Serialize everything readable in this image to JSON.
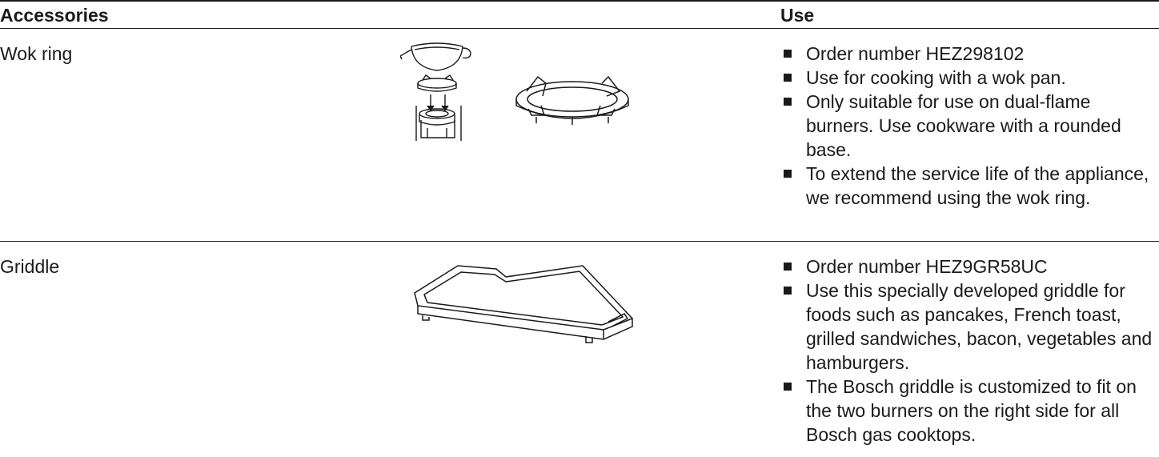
{
  "table": {
    "header": {
      "accessories": "Accessories",
      "use": "Use"
    },
    "rows": [
      {
        "name": "Wok ring",
        "uses": [
          "Order number HEZ298102",
          "Use for cooking with a wok pan.",
          "Only suitable for use on dual-flame burners. Use cookware with a rounded base.",
          "To extend the service life of the appliance, we recommend using the wok ring."
        ]
      },
      {
        "name": "Griddle",
        "uses": [
          "Order number HEZ9GR58UC",
          "Use this specially developed griddle for foods such as pancakes, French toast, grilled sandwiches, bacon, vegetables and hamburgers.",
          "The Bosch griddle is customized to fit on the two burners on the right side for all Bosch gas cooktops."
        ]
      }
    ]
  }
}
